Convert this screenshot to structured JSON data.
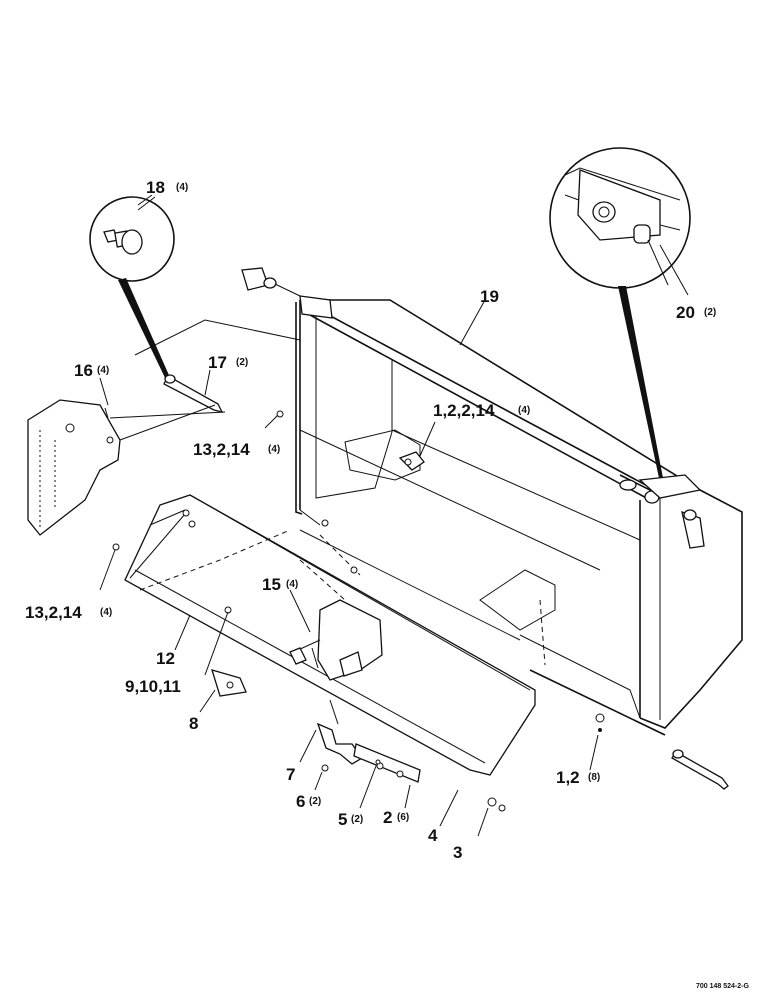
{
  "labels": {
    "l18": {
      "num": "18",
      "qty": "(4)"
    },
    "l20": {
      "num": "20",
      "qty": "(2)"
    },
    "l19": {
      "num": "19"
    },
    "l16": {
      "num": "16",
      "qty": "(4)"
    },
    "l17": {
      "num": "17",
      "qty": "(2)"
    },
    "l13a": {
      "num": "13,2,14",
      "qty": "(4)"
    },
    "l1a": {
      "num": "1,2,2,14",
      "qty": "(4)"
    },
    "l15": {
      "num": "15",
      "qty": "(4)"
    },
    "l13b": {
      "num": "13,2,14",
      "qty": "(4)"
    },
    "l12": {
      "num": "12"
    },
    "l9": {
      "num": "9,10,11"
    },
    "l8": {
      "num": "8"
    },
    "l7": {
      "num": "7"
    },
    "l6": {
      "num": "6",
      "qty": "(2)"
    },
    "l5": {
      "num": "5",
      "qty": "(2)"
    },
    "l2": {
      "num": "2",
      "qty": "(6)"
    },
    "l4": {
      "num": "4"
    },
    "l3": {
      "num": "3"
    },
    "l1b": {
      "num": "1,2",
      "qty": "(8)"
    }
  },
  "figure_ref": "700 148 524-2-G"
}
